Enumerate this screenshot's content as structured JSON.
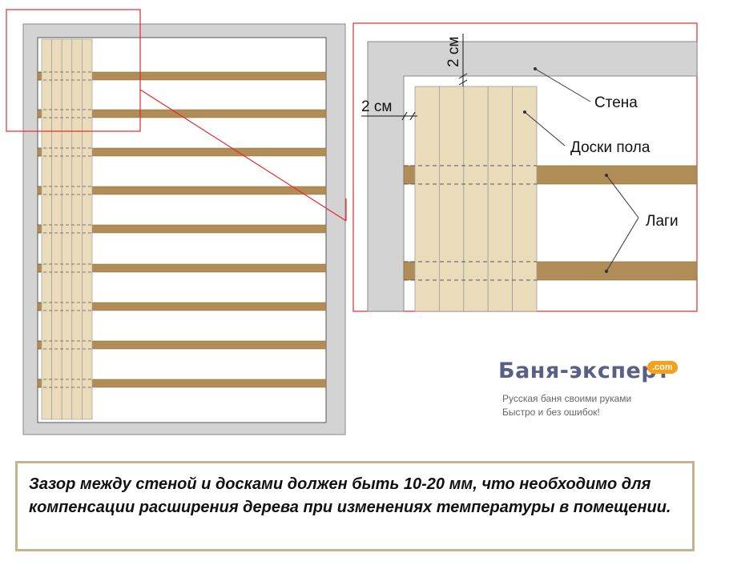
{
  "labels": {
    "gap_vertical": "2 см",
    "gap_horizontal": "2 см",
    "wall": "Стена",
    "floor_boards": "Доски пола",
    "joists": "Лаги"
  },
  "brand": {
    "name": "Баня-эксперт",
    "domain_badge": ".com",
    "tagline_1": "Русская баня своими руками",
    "tagline_2": "Быстро и без ошибок!"
  },
  "caption": {
    "text": "Зазор между стеной и досками должен быть 10-20 мм, что необходимо для компенсации расширения дерева при изменениях температуры в помещении."
  },
  "colors": {
    "wall": "#d3d3d3",
    "wall_border": "#8a8a8a",
    "board": "#eadcbb",
    "joist": "#b08d57",
    "highlight": "#e8262c",
    "brand_text": "#5a5f86",
    "brand_badge": "#f5a11c",
    "caption_border": "#c9b38b"
  }
}
